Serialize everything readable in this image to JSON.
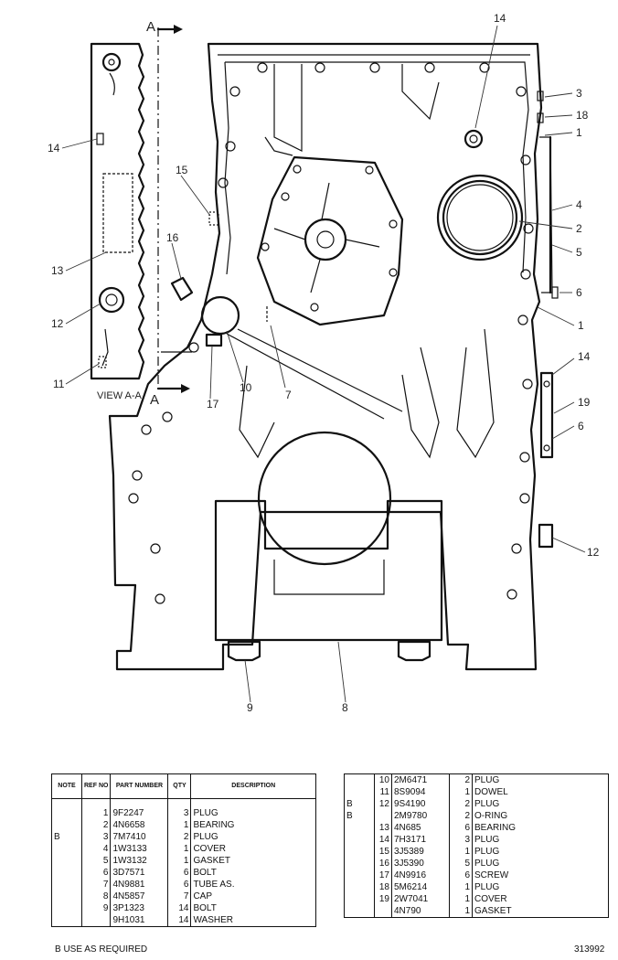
{
  "view_label": "VIEW  A-A",
  "section_markers": [
    "A",
    "A"
  ],
  "callouts": {
    "c14_top": "14",
    "c3": "3",
    "c18": "18",
    "c1_top": "1",
    "c4": "4",
    "c2": "2",
    "c5": "5",
    "c6_top": "6",
    "c1_mid": "1",
    "c14_right": "14",
    "c19": "19",
    "c6_low": "6",
    "c12_right": "12",
    "c8": "8",
    "c9": "9",
    "c14_left": "14",
    "c15": "15",
    "c16": "16",
    "c13": "13",
    "c12_left": "12",
    "c11": "11",
    "c17": "17",
    "c10": "10",
    "c7": "7"
  },
  "table": {
    "headers": {
      "note": "NOTE",
      "ref": "REF NO",
      "part": "PART NUMBER",
      "qty": "QTY",
      "desc": "DESCRIPTION"
    },
    "left_rows": [
      {
        "note": "",
        "ref": "1",
        "part": "9F2247",
        "qty": "3",
        "desc": "PLUG"
      },
      {
        "note": "",
        "ref": "2",
        "part": "4N6658",
        "qty": "1",
        "desc": "BEARING"
      },
      {
        "note": "B",
        "ref": "3",
        "part": "7M7410",
        "qty": "2",
        "desc": "PLUG"
      },
      {
        "note": "",
        "ref": "4",
        "part": "1W3133",
        "qty": "1",
        "desc": "COVER"
      },
      {
        "note": "",
        "ref": "5",
        "part": "1W3132",
        "qty": "1",
        "desc": "GASKET"
      },
      {
        "note": "",
        "ref": "6",
        "part": "3D7571",
        "qty": "6",
        "desc": "BOLT"
      },
      {
        "note": "",
        "ref": "7",
        "part": "4N9881",
        "qty": "6",
        "desc": "TUBE AS."
      },
      {
        "note": "",
        "ref": "8",
        "part": "4N5857",
        "qty": "7",
        "desc": "CAP"
      },
      {
        "note": "",
        "ref": "9",
        "part": "3P1323",
        "qty": "14",
        "desc": "BOLT"
      },
      {
        "note": "",
        "ref": "",
        "part": "9H1031",
        "qty": "14",
        "desc": "WASHER"
      }
    ],
    "right_rows": [
      {
        "note": "",
        "ref": "10",
        "part": "2M6471",
        "qty": "2",
        "desc": "PLUG"
      },
      {
        "note": "",
        "ref": "11",
        "part": "8S9094",
        "qty": "1",
        "desc": "DOWEL"
      },
      {
        "note": "B",
        "ref": "12",
        "part": "9S4190",
        "qty": "2",
        "desc": "PLUG"
      },
      {
        "note": "B",
        "ref": "",
        "part": "2M9780",
        "qty": "2",
        "desc": "O-RING"
      },
      {
        "note": "",
        "ref": "13",
        "part": "4N685",
        "qty": "6",
        "desc": "BEARING"
      },
      {
        "note": "",
        "ref": "14",
        "part": "7H3171",
        "qty": "3",
        "desc": "PLUG"
      },
      {
        "note": "",
        "ref": "15",
        "part": "3J5389",
        "qty": "1",
        "desc": "PLUG"
      },
      {
        "note": "",
        "ref": "16",
        "part": "3J5390",
        "qty": "5",
        "desc": "PLUG"
      },
      {
        "note": "",
        "ref": "17",
        "part": "4N9916",
        "qty": "6",
        "desc": "SCREW"
      },
      {
        "note": "",
        "ref": "18",
        "part": "5M6214",
        "qty": "1",
        "desc": "PLUG"
      },
      {
        "note": "",
        "ref": "19",
        "part": "2W7041",
        "qty": "1",
        "desc": "COVER"
      },
      {
        "note": "",
        "ref": "",
        "part": "4N790",
        "qty": "1",
        "desc": "GASKET"
      }
    ]
  },
  "footnote": "B   USE  AS  REQUIRED",
  "document_number": "313992"
}
